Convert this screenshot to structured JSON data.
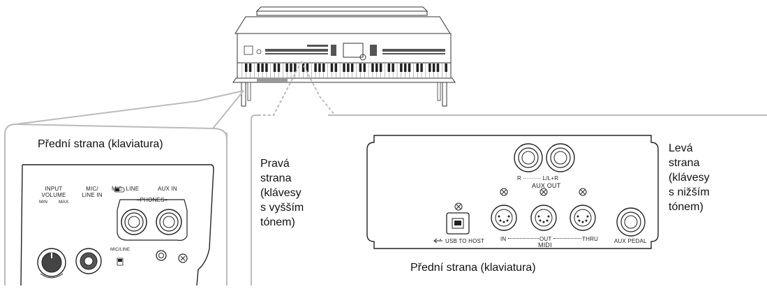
{
  "left_callout": {
    "title": "Přední strana (klaviatura)",
    "input_volume": "INPUT\nVOLUME",
    "min_label": "MIN",
    "max_label": "MAX",
    "mic_line_in": "MIC/\nLINE IN",
    "mic_line_switch_top": "MIC LINE",
    "aux_in": "AUX IN",
    "phones": "–PHONES–",
    "mic_line_switch_bottom": "MIC/LINE"
  },
  "right_callout": {
    "right_side": "Pravá\nstrana\n(klávesy\ns vyšším\ntónem)",
    "left_side": "Levá\nstrana\n(klávesy\ns nižším\ntónem)",
    "bottom_caption": "Přední strana (klaviatura)",
    "aux_out_channels": "R ········· L/L+R",
    "aux_out": "AUX OUT",
    "usb_to_host": "USB TO HOST",
    "midi_in": "IN",
    "midi_out": "OUT",
    "midi_thru": "THRU",
    "midi": "MIDI",
    "aux_pedal": "AUX PEDAL"
  }
}
